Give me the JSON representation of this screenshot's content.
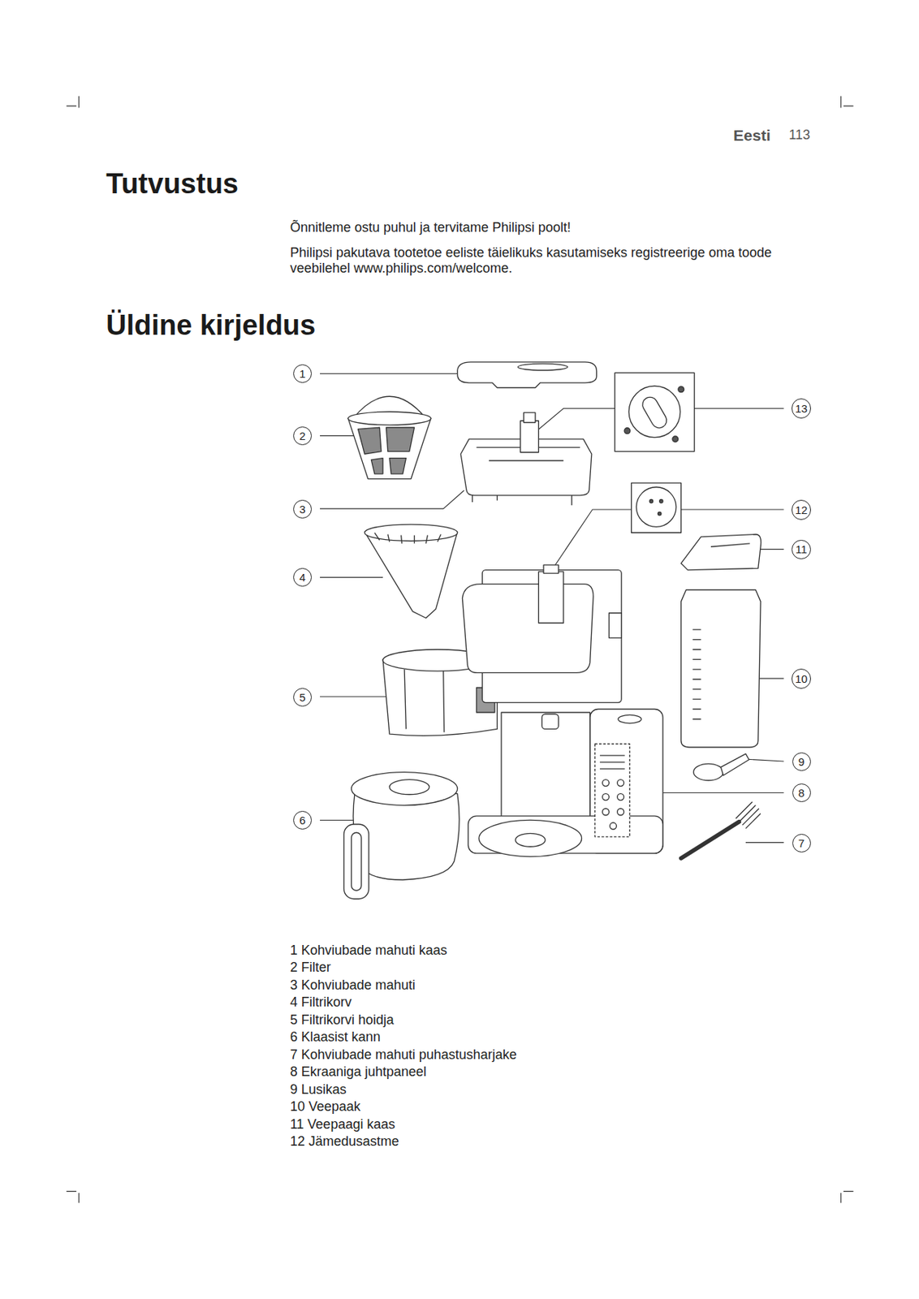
{
  "diagram": {
    "nodes": [
      {
        "text": [
          "1"
        ]
      },
      {
        "text": [
          "2"
        ]
      },
      {
        "text": [
          "3"
        ]
      },
      {
        "text": [
          "4"
        ]
      },
      {
        "text": [
          "5"
        ]
      },
      {
        "text": [
          "6"
        ]
      },
      {
        "text": [
          "13"
        ]
      },
      {
        "text": [
          "12"
        ]
      },
      {
        "text": [
          "11"
        ]
      },
      {
        "text": [
          "10"
        ]
      },
      {
        "text": [
          "9"
        ]
      },
      {
        "text": [
          "8"
        ]
      },
      {
        "text": [
          "7"
        ]
      }
    ],
    "labels": [
      "Eesti",
      "113",
      "Tutvustus",
      "Õnnitleme ostu puhul ja tervitame Philipsi poolt!",
      "Philipsi pakutava tootetoe eeliste täielikuks kasutamiseks registreerige oma toode veebilehel www.philips.com/welcome.",
      "Üldine kirjeldus",
      "1 Kohviubade mahuti kaas",
      "2 Filter",
      "3 Kohviubade mahuti",
      "4 Filtrikorv",
      "5 Filtrikorvi hoidja",
      "6 Klaasist kann",
      "7 Kohviubade mahuti puhastusharjake",
      "8 Ekraaniga juhtpaneel",
      "9 Lusikas",
      "10 Veepaak",
      "11 Veepaagi kaas",
      "12 Jämedusastme"
    ]
  }
}
